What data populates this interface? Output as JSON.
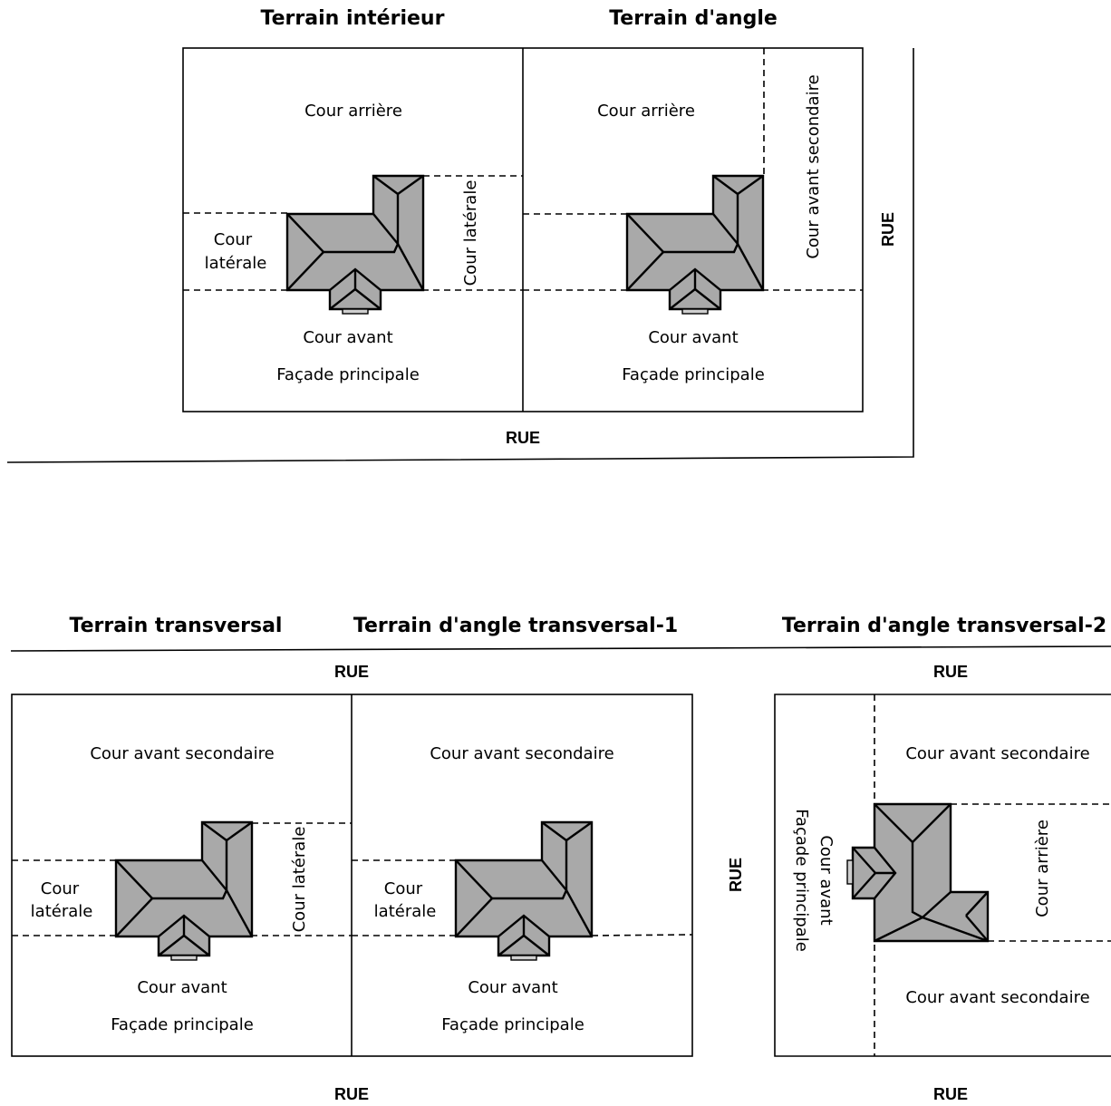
{
  "titles": {
    "interior": "Terrain intérieur",
    "corner": "Terrain d'angle",
    "through": "Terrain transversal",
    "corner_through_1": "Terrain d'angle transversal-1",
    "corner_through_2": "Terrain d'angle transversal-2"
  },
  "streets": {
    "top_bottom": "RUE",
    "top_right": "RUE",
    "bottom_top_left": "RUE",
    "bottom_top_right": "RUE",
    "bottom_middle": "RUE",
    "bottom_bottom_left": "RUE",
    "bottom_bottom_right": "RUE"
  },
  "lots": {
    "interior": {
      "rear": "Cour arrière",
      "side_left_1": "Cour",
      "side_left_2": "latérale",
      "side_right": "Cour latérale",
      "front": "Cour avant",
      "facade": "Façade principale"
    },
    "corner": {
      "rear": "Cour arrière",
      "secondary_front": "Cour avant secondaire",
      "front": "Cour avant",
      "facade": "Façade principale"
    },
    "through": {
      "secondary_front": "Cour avant secondaire",
      "side_left_1": "Cour",
      "side_left_2": "latérale",
      "side_right": "Cour latérale",
      "front": "Cour avant",
      "facade": "Façade principale"
    },
    "corner_through_1": {
      "secondary_front": "Cour avant secondaire",
      "side_left_1": "Cour",
      "side_left_2": "latérale",
      "front": "Cour avant",
      "facade": "Façade principale"
    },
    "corner_through_2": {
      "secondary_front_top": "Cour avant secondaire",
      "front": "Cour avant",
      "facade": "Façade principale",
      "rear": "Cour arrière",
      "secondary_front_bottom": "Cour avant secondaire"
    }
  }
}
